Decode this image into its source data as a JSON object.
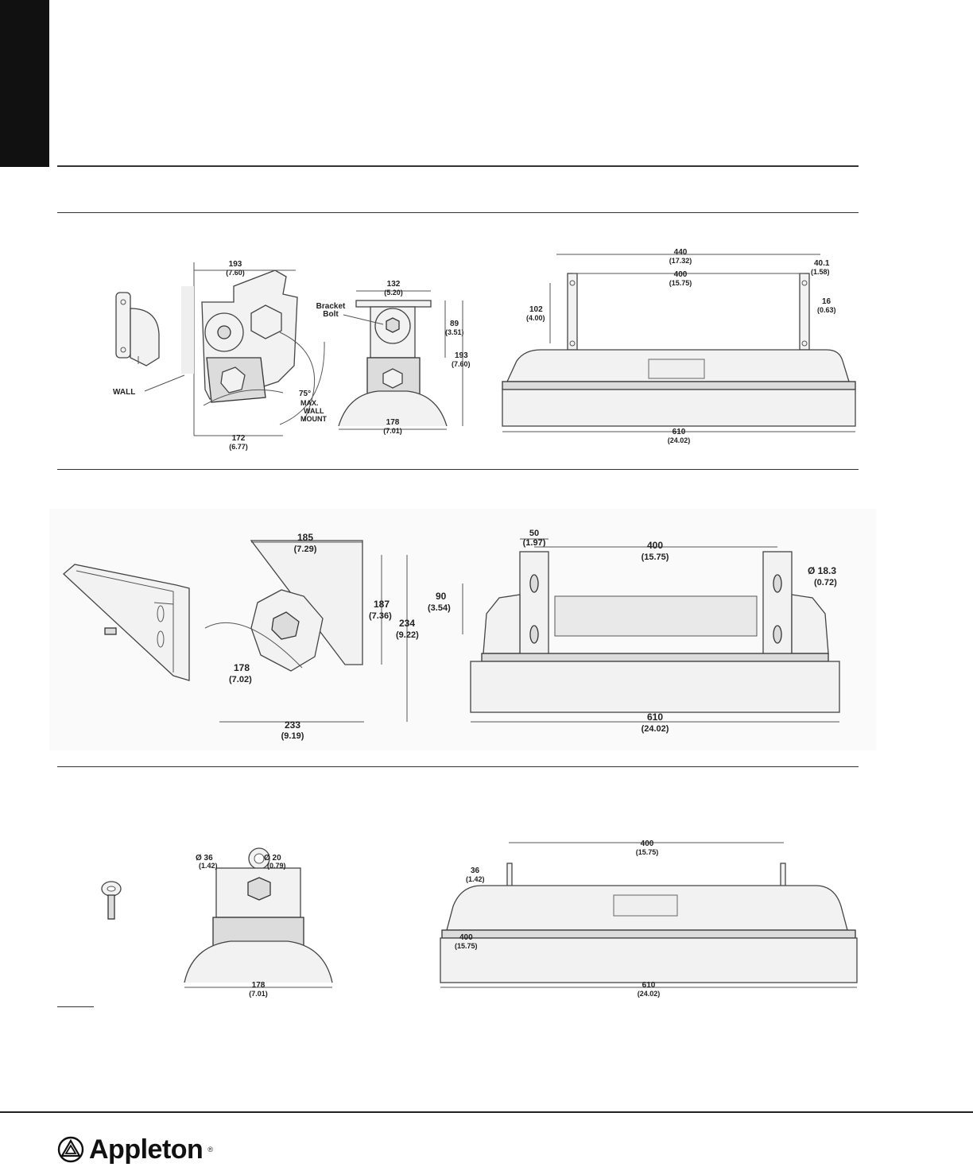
{
  "section1": {
    "wall_view": {
      "w193": "193",
      "w193_in": "(7.60)",
      "w172": "172",
      "w172_in": "(6.77)",
      "wall_label": "WALL",
      "angle": "75°",
      "angle_note1": "MAX.",
      "angle_note2": "WALL",
      "angle_note3": "MOUNT"
    },
    "front_view": {
      "w132": "132",
      "w132_in": "(5.20)",
      "h89": "89",
      "h89_in": "(3.51)",
      "h193": "193",
      "h193_in": "(7.60)",
      "w178": "178",
      "w178_in": "(7.01)",
      "bracket1": "Bracket",
      "bracket2": "Bolt"
    },
    "side_view": {
      "w440": "440",
      "w440_in": "(17.32)",
      "w400": "400",
      "w400_in": "(15.75)",
      "w40": "40.1",
      "w40_in": "(1.58)",
      "h102": "102",
      "h102_in": "(4.00)",
      "h16": "16",
      "h16_in": "(0.63)",
      "w610": "610",
      "w610_in": "(24.02)"
    }
  },
  "section2": {
    "bracket_view": {
      "w185": "185",
      "w185_in": "(7.29)",
      "h187": "187",
      "h187_in": "(7.36)",
      "h234": "234",
      "h234_in": "(9.22)",
      "w178": "178",
      "w178_in": "(7.02)",
      "w233": "233",
      "w233_in": "(9.19)"
    },
    "side_view": {
      "w50": "50",
      "w50_in": "(1.97)",
      "w400": "400",
      "w400_in": "(15.75)",
      "dia": "Ø 18.3",
      "dia_in": "(0.72)",
      "h90": "90",
      "h90_in": "(3.54)",
      "w610": "610",
      "w610_in": "(24.02)"
    }
  },
  "section3": {
    "front_view": {
      "d36": "Ø 36",
      "d36_in": "(1.42)",
      "d20": "Ø 20",
      "d20_in": "(0.79)",
      "w178": "178",
      "w178_in": "(7.01)"
    },
    "side_view": {
      "w400": "400",
      "w400_in": "(15.75)",
      "h36": "36",
      "h36_in": "(1.42)",
      "w400b": "400",
      "w400b_in": "(15.75)",
      "w610": "610",
      "w610_in": "(24.02)"
    }
  },
  "footer": {
    "brand": "Appleton",
    "reg": "®"
  }
}
